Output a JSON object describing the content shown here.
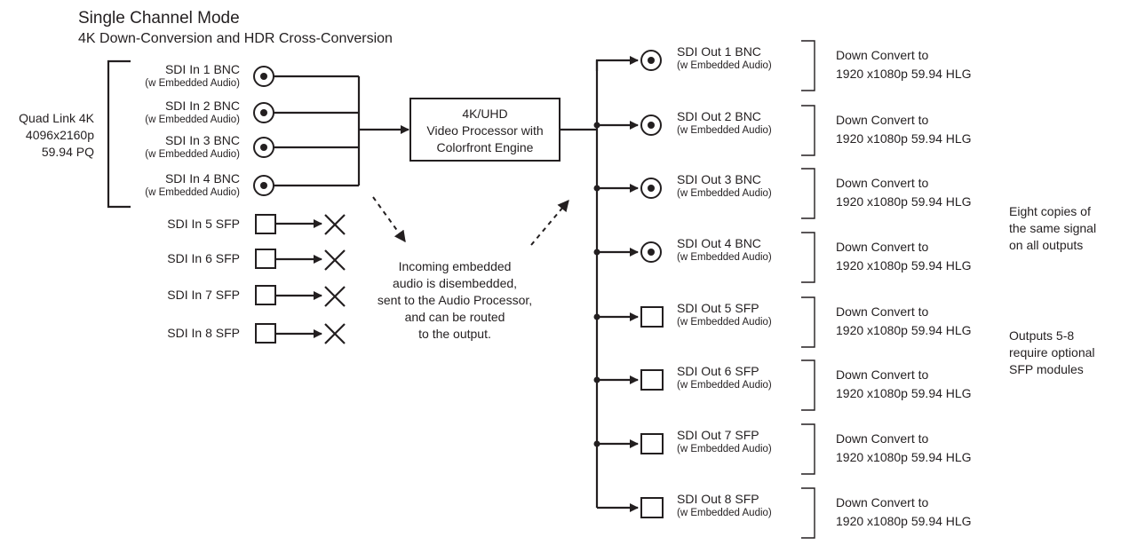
{
  "title": "Single Channel Mode",
  "subtitle": "4K Down-Conversion and HDR Cross-Conversion",
  "quad_link": [
    "Quad Link 4K",
    "4096x2160p",
    "59.94 PQ"
  ],
  "bnc_inputs": [
    {
      "label": "SDI In 1 BNC",
      "note": "(w Embedded Audio)"
    },
    {
      "label": "SDI In 2 BNC",
      "note": "(w Embedded Audio)"
    },
    {
      "label": "SDI In 3 BNC",
      "note": "(w Embedded Audio)"
    },
    {
      "label": "SDI In 4 BNC",
      "note": "(w Embedded Audio)"
    }
  ],
  "sfp_inputs": [
    "SDI In 5 SFP",
    "SDI In 6 SFP",
    "SDI In 7 SFP",
    "SDI In 8 SFP"
  ],
  "processor": [
    "4K/UHD",
    "Video Processor with",
    "Colorfront Engine"
  ],
  "audio_note": [
    "Incoming embedded",
    "audio is disembedded,",
    "sent to the Audio Processor,",
    "and can be routed",
    "to the output."
  ],
  "outputs": [
    {
      "label": "SDI Out 1 BNC",
      "note": "(w Embedded Audio)",
      "type": "bnc",
      "conv1": "Down Convert to",
      "conv2": "1920 x1080p 59.94 HLG"
    },
    {
      "label": "SDI Out 2 BNC",
      "note": "(w Embedded Audio)",
      "type": "bnc",
      "conv1": "Down Convert to",
      "conv2": "1920 x1080p 59.94 HLG"
    },
    {
      "label": "SDI Out 3 BNC",
      "note": "(w Embedded Audio)",
      "type": "bnc",
      "conv1": "Down Convert to",
      "conv2": "1920 x1080p 59.94 HLG"
    },
    {
      "label": "SDI Out 4 BNC",
      "note": "(w Embedded Audio)",
      "type": "bnc",
      "conv1": "Down Convert to",
      "conv2": "1920 x1080p 59.94 HLG"
    },
    {
      "label": "SDI Out 5 SFP",
      "note": "(w Embedded Audio)",
      "type": "sfp",
      "conv1": "Down Convert to",
      "conv2": "1920 x1080p 59.94 HLG"
    },
    {
      "label": "SDI Out 6 SFP",
      "note": "(w Embedded Audio)",
      "type": "sfp",
      "conv1": "Down Convert to",
      "conv2": "1920 x1080p 59.94 HLG"
    },
    {
      "label": "SDI Out 7 SFP",
      "note": "(w Embedded Audio)",
      "type": "sfp",
      "conv1": "Down Convert to",
      "conv2": "1920 x1080p 59.94 HLG"
    },
    {
      "label": "SDI Out 8 SFP",
      "note": "(w Embedded Audio)",
      "type": "sfp",
      "conv1": "Down Convert to",
      "conv2": "1920 x1080p 59.94 HLG"
    }
  ],
  "side_notes": {
    "copies": [
      "Eight copies of",
      "the same signal",
      "on all outputs"
    ],
    "optional": [
      "Outputs 5-8",
      "require optional",
      "SFP modules"
    ]
  },
  "icons": {
    "bnc": "bnc-connector-icon",
    "sfp": "sfp-port-icon",
    "disabled": "x-mark-icon"
  }
}
